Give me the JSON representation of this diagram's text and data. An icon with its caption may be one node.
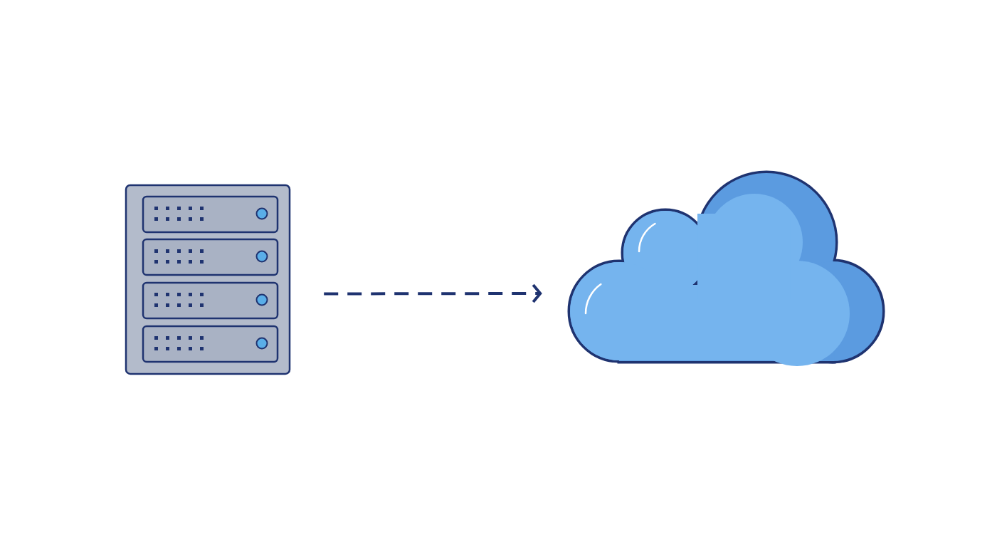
{
  "diagram": {
    "nodes": [
      {
        "text": [],
        "shape": "server"
      },
      {
        "text": [],
        "shape": "cloud"
      }
    ],
    "edges": [
      {
        "from": 0,
        "to": 1,
        "arrow": "to",
        "style": "dashed"
      }
    ]
  }
}
